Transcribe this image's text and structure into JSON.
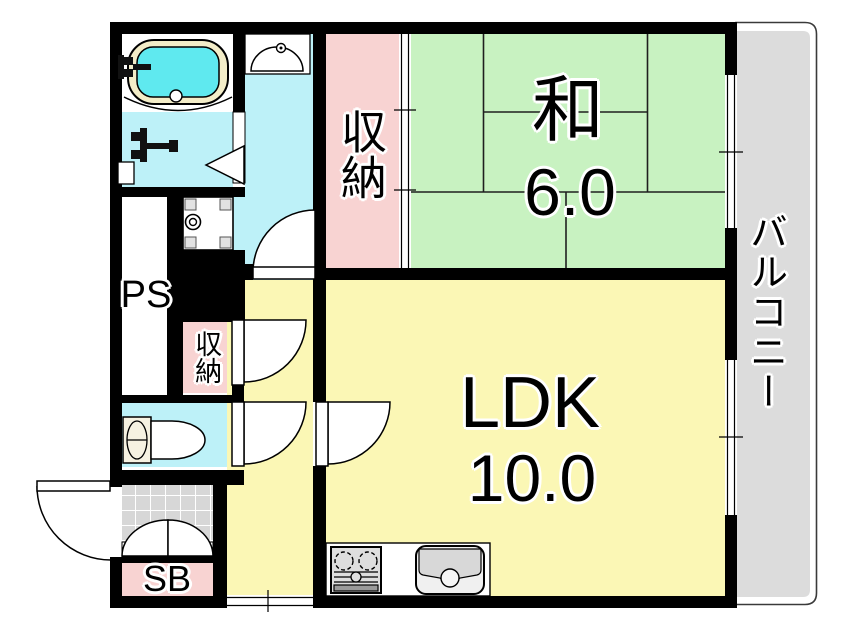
{
  "plan": {
    "title": "1LDK apartment floor plan",
    "rooms": {
      "washitsu": {
        "name": "和",
        "size": "6.0"
      },
      "ldk": {
        "name": "LDK",
        "size": "10.0"
      },
      "balcony": {
        "name": "バルコニー"
      },
      "closet_upper": {
        "name": "収納"
      },
      "closet_lower": {
        "name": "収納"
      },
      "pipe_space": {
        "name": "PS"
      },
      "shoe_box": {
        "name": "SB"
      }
    },
    "fixtures": [
      "bathtub-icon",
      "bath-faucet-icon",
      "washbasin-icon",
      "washroom-faucet-icon",
      "washing-machine-pan-icon",
      "toilet-icon",
      "entrance-tile",
      "shoe-box-doors",
      "gas-stove-icon",
      "kitchen-sink-icon",
      "door-swing-arc",
      "sliding-door",
      "window"
    ],
    "colors": {
      "wall": "#000000",
      "tatami_green": "#c8f2c1",
      "closet_pink": "#f8d3d2",
      "water_cyan": "#bdf1f8",
      "tub_water": "#5fe9ef",
      "tub_rim": "#f3edc8",
      "ldk_yellow": "#fbf7b5",
      "balcony_gray": "#dcdcdc",
      "tile_gray": "#d7d7d7"
    }
  }
}
